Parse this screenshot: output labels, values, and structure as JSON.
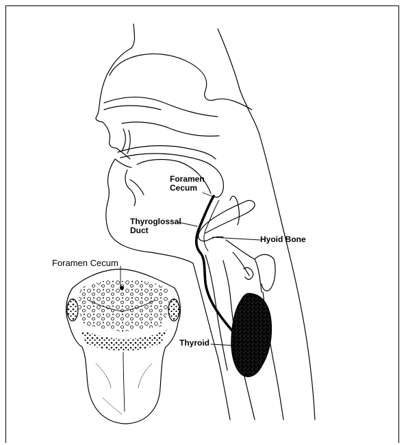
{
  "labels": {
    "foramen_cecum_top_line1": "Foramen",
    "foramen_cecum_top_line2": "Cecum",
    "thyroglossal_line1": "Thyroglossal",
    "thyroglossal_line2": "Duct",
    "hyoid_bone": "Hyoid Bone",
    "foramen_cecum_tongue": "Foramen Cecum",
    "thyroid": "Thyroid"
  },
  "colors": {
    "ink": "#000000",
    "paper": "#ffffff",
    "thyroid_fill": "#2a2a2a"
  }
}
